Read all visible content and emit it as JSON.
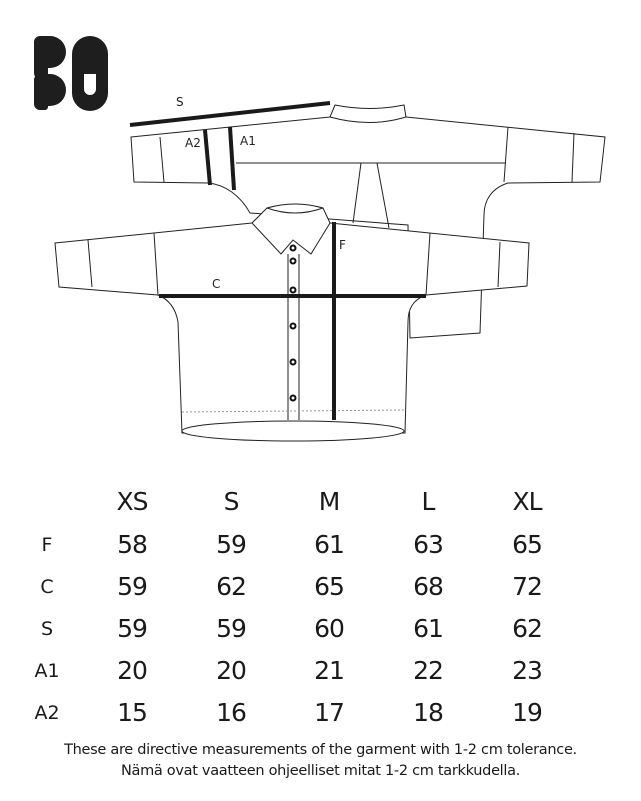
{
  "brand": {
    "logo_text": "PAPU",
    "logo_icon": "papu-logo-icon"
  },
  "diagram": {
    "labels": {
      "S": "S",
      "A1": "A1",
      "A2": "A2",
      "C": "C",
      "F": "F"
    },
    "colors": {
      "line": "#1a1a1a",
      "measure": "#1a1a1a"
    }
  },
  "table": {
    "columns": [
      "XS",
      "S",
      "M",
      "L",
      "XL"
    ],
    "rows": [
      {
        "label": "F",
        "values": [
          "58",
          "59",
          "61",
          "63",
          "65"
        ]
      },
      {
        "label": "C",
        "values": [
          "59",
          "62",
          "65",
          "68",
          "72"
        ]
      },
      {
        "label": "S",
        "values": [
          "59",
          "59",
          "60",
          "61",
          "62"
        ]
      },
      {
        "label": "A1",
        "values": [
          "20",
          "20",
          "21",
          "22",
          "23"
        ]
      },
      {
        "label": "A2",
        "values": [
          "15",
          "16",
          "17",
          "18",
          "19"
        ]
      }
    ]
  },
  "footer": {
    "english": "These are directive measurements of the garment with 1-2 cm tolerance.",
    "finnish": "Nämä ovat vaatteen ohjeelliset mitat 1-2 cm tarkkudella."
  }
}
